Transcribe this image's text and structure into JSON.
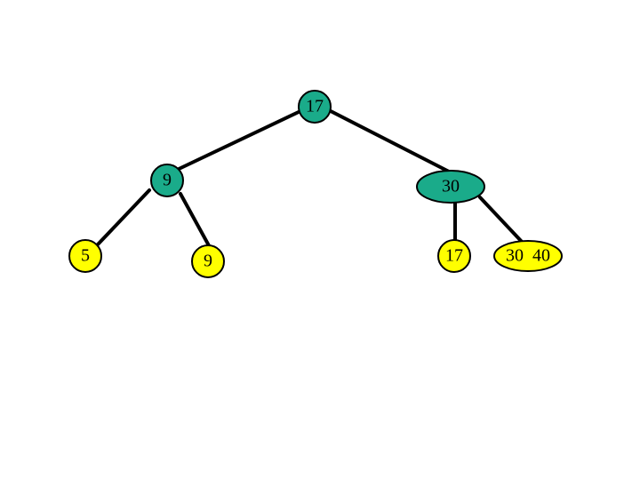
{
  "colors": {
    "internal_node": "#1aab8a",
    "leaf_node": "#ffff00",
    "edge": "#000000"
  },
  "tree": {
    "root": {
      "label": "17",
      "kind": "internal"
    },
    "left_child": {
      "label": "9",
      "kind": "internal"
    },
    "right_child": {
      "label": "30",
      "kind": "internal"
    },
    "left_left_leaf": {
      "label": "5",
      "kind": "leaf"
    },
    "left_right_leaf": {
      "label": "9",
      "kind": "leaf"
    },
    "right_left_leaf": {
      "label": "17",
      "kind": "leaf"
    },
    "right_right_leaf": {
      "label": "30  40",
      "kind": "leaf"
    }
  }
}
